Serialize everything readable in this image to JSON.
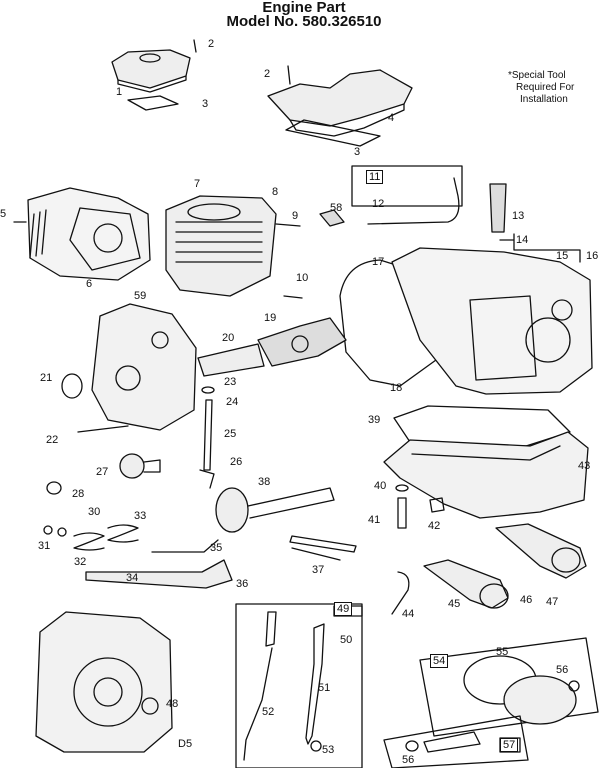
{
  "title": {
    "line1": "Engine Part",
    "line2": "Model No. 580.326510"
  },
  "note": {
    "line1": "*Special Tool",
    "line2": "Required For",
    "line3": "Installation"
  },
  "callouts": [
    "2",
    "1",
    "3",
    "2",
    "4",
    "3",
    "5",
    "6",
    "7",
    "8",
    "9",
    "10",
    "11",
    "12",
    "58",
    "13",
    "14",
    "15",
    "16",
    "17",
    "59",
    "19",
    "20",
    "18",
    "21",
    "22",
    "23",
    "24",
    "25",
    "26",
    "27",
    "28",
    "39",
    "43",
    "38",
    "40",
    "42",
    "41",
    "30",
    "33",
    "31",
    "32",
    "34",
    "35",
    "36",
    "37",
    "44",
    "45",
    "46",
    "47",
    "49",
    "50",
    "51",
    "52",
    "53",
    "48",
    "D5",
    "54",
    "55",
    "56",
    "57",
    "56"
  ]
}
